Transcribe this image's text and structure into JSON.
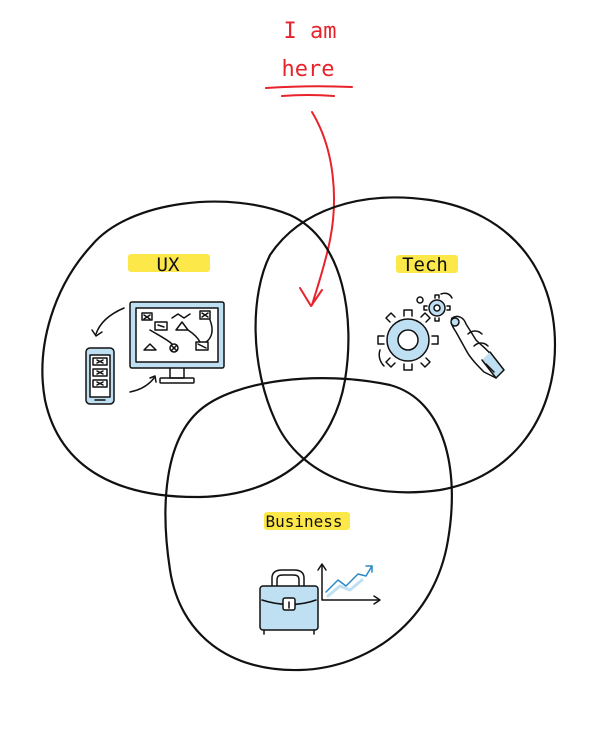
{
  "annotation": {
    "line1": "I am",
    "line2": "here",
    "color": "#e8232b"
  },
  "sets": [
    {
      "id": "ux",
      "label": "UX",
      "icon": "wireframe-monitor-phone-icon"
    },
    {
      "id": "tech",
      "label": "Tech",
      "icon": "gears-hand-icon"
    },
    {
      "id": "business",
      "label": "Business",
      "icon": "briefcase-growth-chart-icon"
    }
  ],
  "colors": {
    "highlight": "#fde84a",
    "stroke": "#111111",
    "icon_fill": "#bfe0f2"
  }
}
